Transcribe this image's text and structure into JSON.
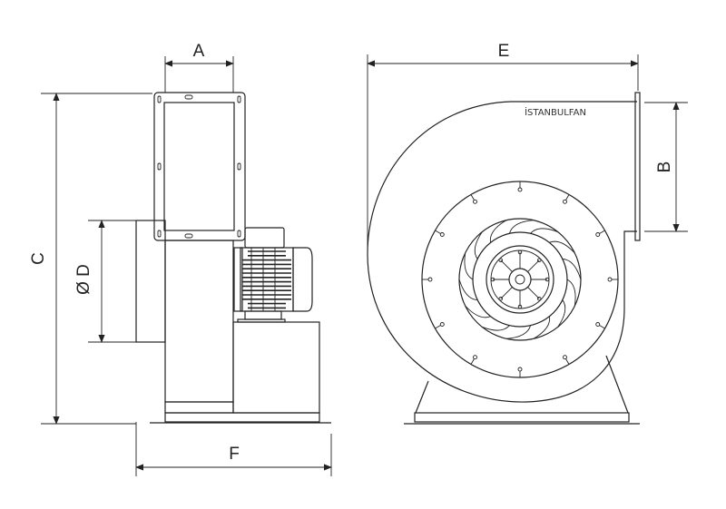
{
  "diagram": {
    "dimensions": {
      "a": "A",
      "b": "B",
      "c": "C",
      "d": "Ø D",
      "e": "E",
      "f": "F"
    },
    "brand": "İSTANBULFAN",
    "impeller": {
      "blade_count": 14,
      "ring_bolt_count": 12,
      "hub_spokes": 8
    },
    "line_color": "#222222"
  }
}
